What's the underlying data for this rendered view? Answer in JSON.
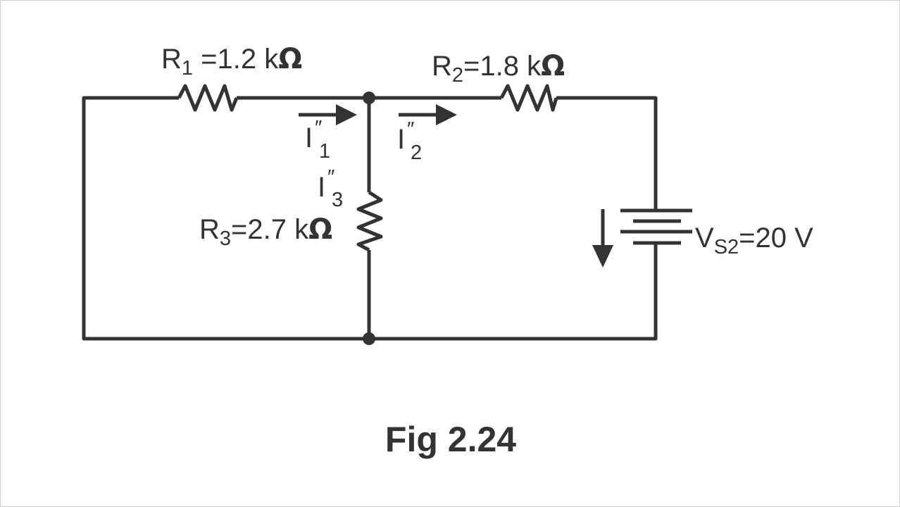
{
  "labels": {
    "r1": {
      "sym": "R",
      "sub": "1",
      "val": " =1.2 k",
      "unit": "Ω"
    },
    "r2": {
      "sym": "R",
      "sub": "2",
      "val": "=1.8 k",
      "unit": "Ω"
    },
    "r3": {
      "sym": "R",
      "sub": "3",
      "val": "=2.7 k",
      "unit": "Ω"
    },
    "vs2": {
      "sym": "V",
      "sub": "S2",
      "val": "=20 V"
    },
    "i1": {
      "sym": "I",
      "mark": "″",
      "sub": "1"
    },
    "i2": {
      "sym": "I",
      "mark": "″",
      "sub": "2"
    },
    "i3": {
      "sym": "I",
      "mark": "″",
      "sub": "3"
    }
  },
  "caption": "Fig 2.24",
  "colors": {
    "ink": "#333333",
    "border": "#cfcfcf",
    "background": "#ffffff"
  }
}
